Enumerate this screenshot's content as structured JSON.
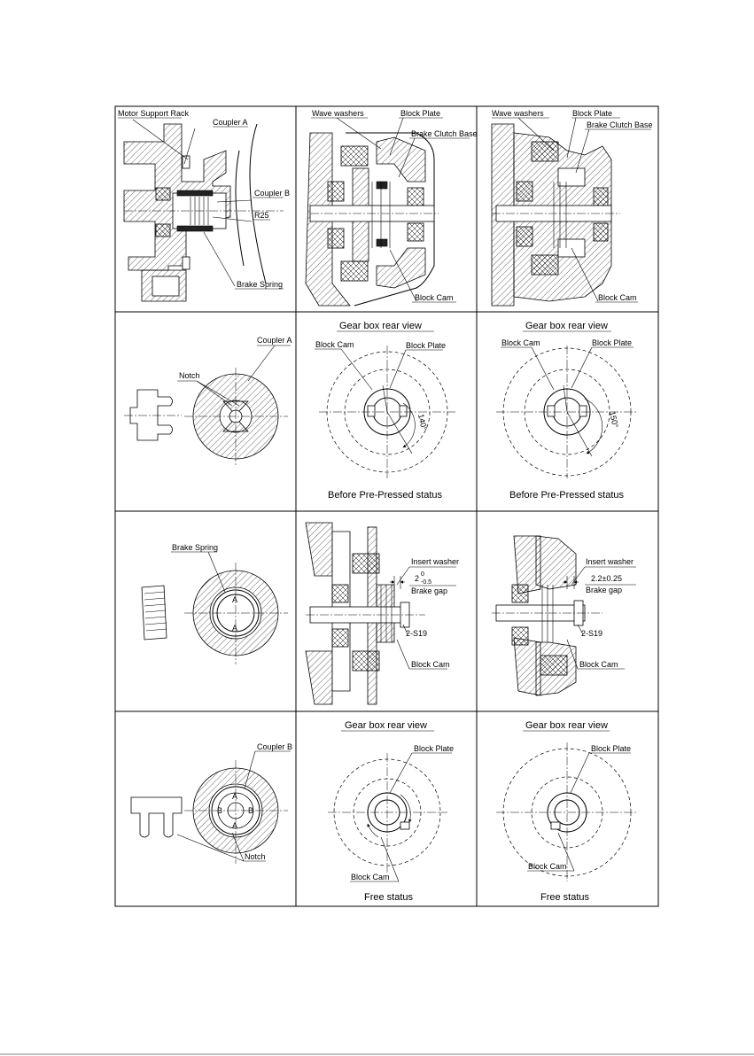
{
  "row1": {
    "cell1": {
      "motor_support_rack": "Motor Support Rack",
      "coupler_a": "Coupler A",
      "coupler_b": "Coupler B",
      "r25": "R25",
      "brake_spring": "Brake Spring"
    },
    "cell2": {
      "wave_washers": "Wave washers",
      "block_plate": "Block Plate",
      "brake_clutch_base": "Brake Clutch Base",
      "block_cam": "Block Cam"
    },
    "cell3": {
      "wave_washers": "Wave washers",
      "block_plate": "Block Plate",
      "brake_clutch_base": "Brake Clutch Base",
      "block_cam": "Block Cam"
    }
  },
  "row2": {
    "cell1": {
      "coupler_a": "Coupler A",
      "notch": "Notch"
    },
    "cell2": {
      "header": "Gear box rear view",
      "block_cam": "Block Cam",
      "block_plate": "Block Plate",
      "angle": "140°",
      "caption": "Before Pre-Pressed status"
    },
    "cell3": {
      "header": "Gear box rear view",
      "block_cam": "Block Cam",
      "block_plate": "Block Plate",
      "angle": "150°",
      "caption": "Before Pre-Pressed status"
    }
  },
  "row3": {
    "cell1": {
      "brake_spring": "Brake Spring",
      "mark_a_top": "A",
      "mark_a_bottom": "A"
    },
    "cell2": {
      "insert_washer": "Insert washer",
      "gap_value": "2",
      "gap_tol_upper": "0",
      "gap_tol_lower": "-0.5",
      "brake_gap": "Brake gap",
      "s19": "2-S19",
      "block_cam": "Block Cam"
    },
    "cell3": {
      "insert_washer": "Insert washer",
      "gap_value": "2.2±0.25",
      "brake_gap": "Brake gap",
      "s19": "2-S19",
      "block_cam": "Block Cam"
    }
  },
  "row4": {
    "cell1": {
      "coupler_b": "Coupler B",
      "notch": "Notch",
      "mark_a_top": "A",
      "mark_a_bottom": "A",
      "mark_b_left": "B",
      "mark_b_right": "B"
    },
    "cell2": {
      "header": "Gear box rear view",
      "block_plate": "Block Plate",
      "block_cam": "Block Cam",
      "caption": "Free status"
    },
    "cell3": {
      "header": "Gear box rear view",
      "block_plate": "Block Plate",
      "block_cam": "Block Cam",
      "caption": "Free status"
    }
  }
}
